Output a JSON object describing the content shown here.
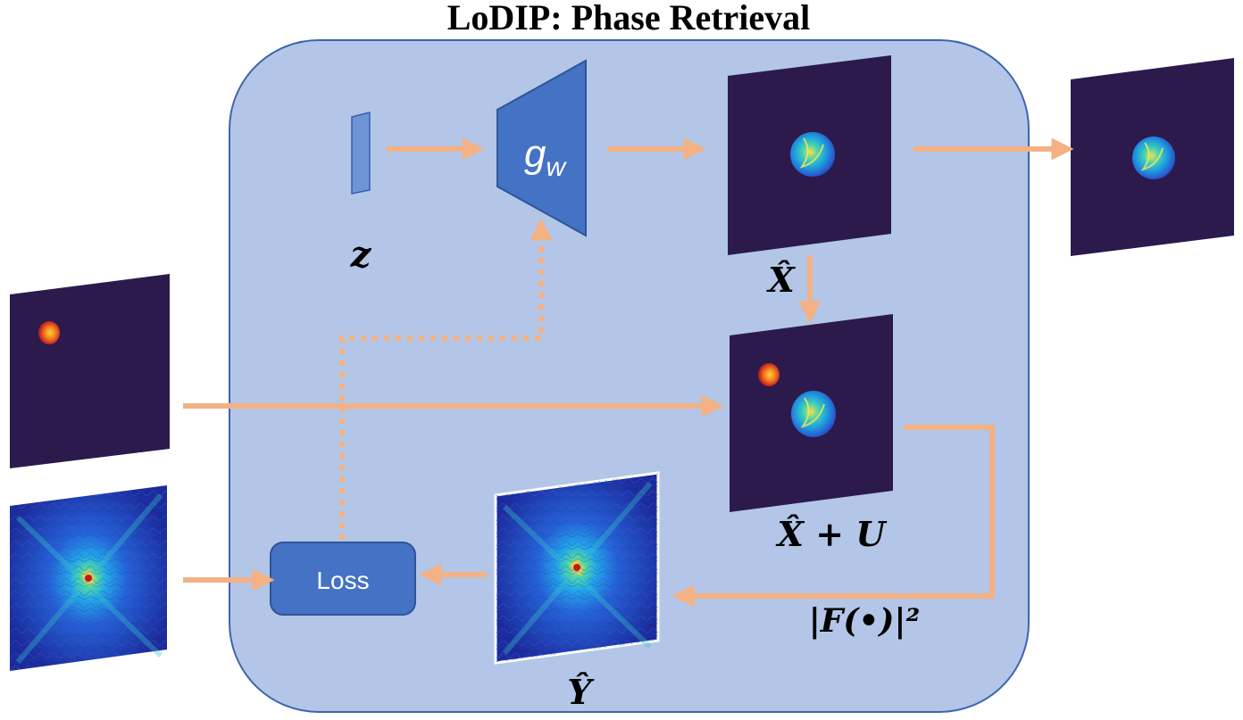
{
  "title": "LoDIP: Phase Retrieval",
  "latent": {
    "label": "z"
  },
  "generator": {
    "label_main": "g",
    "label_sub": "w"
  },
  "estimate": {
    "label": "X̂"
  },
  "estimate_plus_u": {
    "label": "X̂ + U"
  },
  "forward_op": {
    "label": "|F(•)|²"
  },
  "predicted_measurement": {
    "label": "Ŷ"
  },
  "loss": {
    "label": "Loss"
  },
  "colors": {
    "panel_fill": "#b3c6e7",
    "panel_stroke": "#3f63ad",
    "block_fill": "#4472c4",
    "block_stroke": "#2f5597",
    "arrow": "#f4b183",
    "image_bg": "#2c1a4d"
  },
  "icons": [
    "latent-vector-icon",
    "generator-trapezoid-icon",
    "loss-box-icon"
  ]
}
